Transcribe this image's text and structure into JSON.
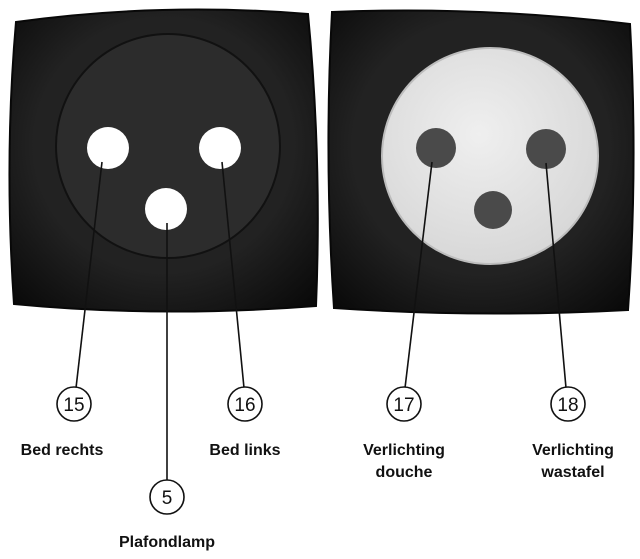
{
  "colors": {
    "plate_dark": "#1c1c1c",
    "plate_edge": "#0e0e0e",
    "face_dark": "#2e2e2e",
    "face_light": "#e4e4e4",
    "hole_white": "#ffffff",
    "hole_dark": "#4a4a4a",
    "line": "#111111"
  },
  "callouts": [
    {
      "number": "15",
      "label_line1": "Bed rechts",
      "label_line2": ""
    },
    {
      "number": "16",
      "label_line1": "Bed links",
      "label_line2": ""
    },
    {
      "number": "5",
      "label_line1": "Plafondlamp",
      "label_line2": ""
    },
    {
      "number": "17",
      "label_line1": "Verlichting",
      "label_line2": "douche"
    },
    {
      "number": "18",
      "label_line1": "Verlichting",
      "label_line2": "wastafel"
    }
  ]
}
